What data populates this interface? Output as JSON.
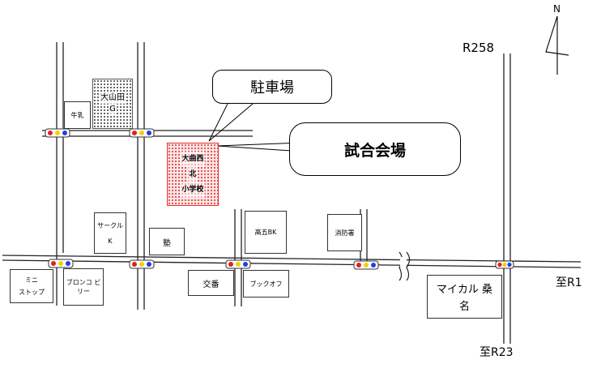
{
  "compass": {
    "label": "N"
  },
  "roads": {
    "r258": "R258",
    "to_r1": "至R1",
    "to_r23": "至R23"
  },
  "callouts": {
    "parking": "駐車場",
    "venue": "試合会場"
  },
  "school": {
    "lines": [
      "大曲西",
      "北",
      "小学校"
    ]
  },
  "ground": {
    "name": "大山田",
    "suffix": "G"
  },
  "landmarks": {
    "cow_milk": "牛乳",
    "circle_k_1": "サークル",
    "circle_k_2": "K",
    "juku": "塾",
    "kousei_bk": "高五BK",
    "fire_station": "消防署",
    "mini_stop_1": "ミニ",
    "mini_stop_2": "ストップ",
    "bronco_billy": "ブロンコ ビリー",
    "koban": "交番",
    "book_off": "ブックオフ",
    "mycal_1": "マイカル 桑",
    "mycal_2": "名"
  },
  "colors": {
    "road": "#222222",
    "signal_red": "#e02020",
    "signal_yellow": "#f0d000",
    "signal_blue": "#2040e0",
    "school_fill": "#e02424"
  }
}
